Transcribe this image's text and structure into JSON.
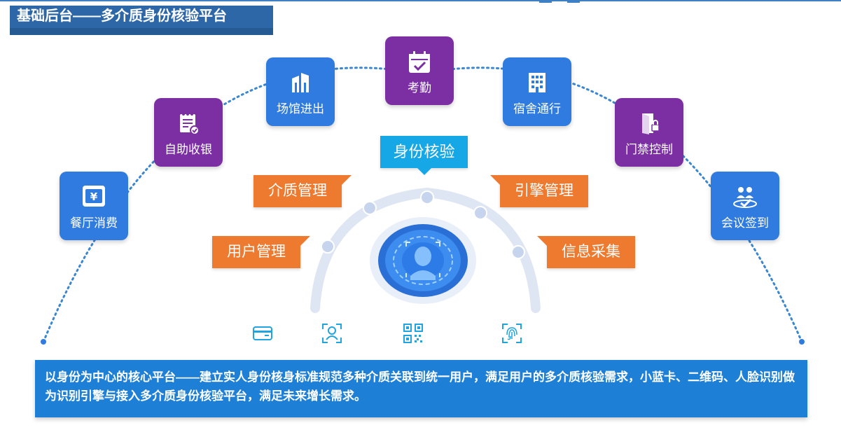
{
  "header": {
    "title": "基础后台——多介质身份核验平台"
  },
  "tiles": [
    {
      "label": "餐厅消费",
      "icon": "yuan-ticket-icon",
      "color": "#2f7be0"
    },
    {
      "label": "自助收银",
      "icon": "receipt-check-icon",
      "color": "#7b2fa3"
    },
    {
      "label": "场馆进出",
      "icon": "building-icon",
      "color": "#2f7be0"
    },
    {
      "label": "考勤",
      "icon": "calendar-check-icon",
      "color": "#7b2fa3"
    },
    {
      "label": "宿舍通行",
      "icon": "apartment-icon",
      "color": "#2f7be0"
    },
    {
      "label": "门禁控制",
      "icon": "door-lock-icon",
      "color": "#7b2fa3"
    },
    {
      "label": "会议签到",
      "icon": "meeting-checkin-icon",
      "color": "#2f7be0"
    }
  ],
  "center": {
    "label": "身份核验",
    "modules": [
      "用户管理",
      "介质管理",
      "引擎管理",
      "信息采集"
    ]
  },
  "media_icons": [
    "card-icon",
    "face-scan-icon",
    "qr-code-icon",
    "fingerprint-icon"
  ],
  "description": "以身份为中心的核心平台——建立实人身份核身标准规范多种介质关联到统一用户，满足用户的多介质核验需求，小蓝卡、二维码、人脸识别做为识别引擎与接入多介质身份核验平台，满足未来增长需求。"
}
